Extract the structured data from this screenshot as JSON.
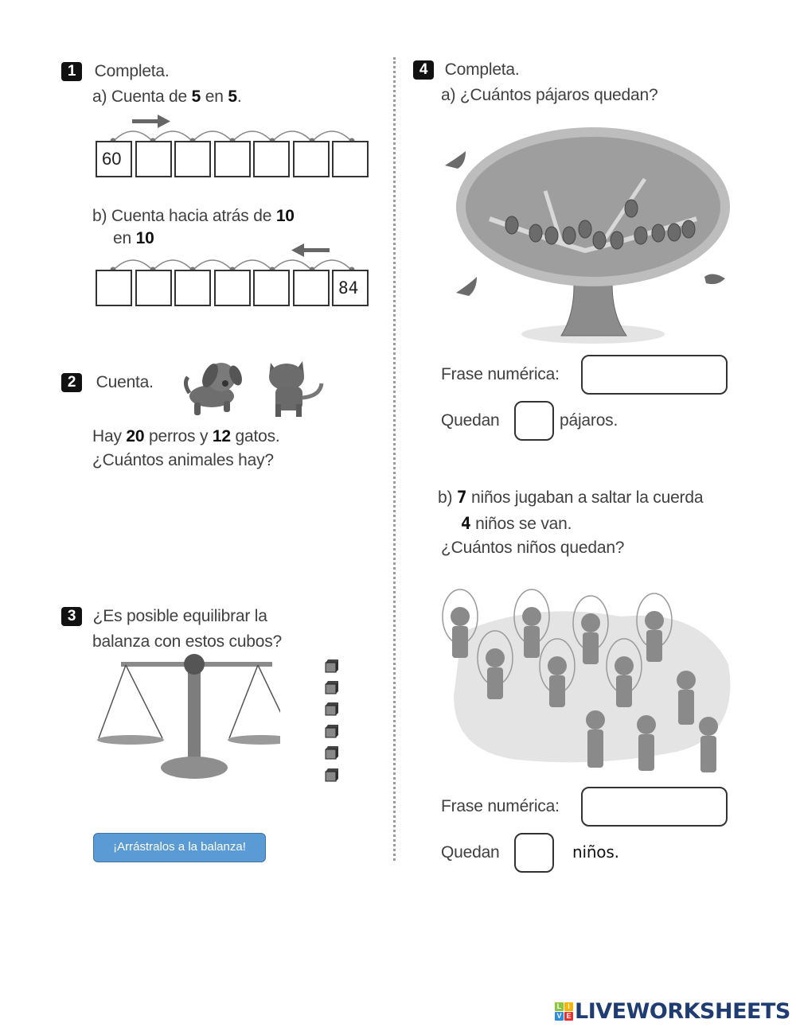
{
  "exercise1": {
    "number": "1",
    "title": "Completa.",
    "part_a": {
      "label_prefix": "a) Cuenta de ",
      "n1": "5",
      "mid": " en ",
      "n2": "5",
      "suffix": ".",
      "start_value": "60",
      "direction": "forward"
    },
    "part_b": {
      "line1_prefix": "b) Cuenta hacia atrás de ",
      "line1_num": "10",
      "line2_prefix": "en ",
      "line2_num": "10",
      "end_value": "84",
      "direction": "backward"
    }
  },
  "exercise2": {
    "number": "2",
    "title": "Cuenta.",
    "icons": [
      "dog-icon",
      "cat-icon"
    ],
    "line1": {
      "prefix": "Hay ",
      "n1": "20",
      "mid": " perros y ",
      "n2": "12",
      "suffix": " gatos."
    },
    "line2": "¿Cuántos animales hay?"
  },
  "exercise3": {
    "number": "3",
    "line1": "¿Es posible equilibrar la",
    "line2": "balanza con estos cubos?",
    "cube_count": 6,
    "drag_button": "¡Arrástralos a la balanza!"
  },
  "exercise4": {
    "number": "4",
    "title": "Completa.",
    "part_a": {
      "question": "a) ¿Cuántos pájaros quedan?",
      "sentence_label": "Frase numérica:",
      "remaining_prefix": "Quedan",
      "remaining_suffix": "pájaros."
    },
    "part_b": {
      "line1_prefix": "b) ",
      "line1_num": "7",
      "line1_rest": " niños jugaban a saltar la cuerda",
      "line2_num": "4",
      "line2_rest": " niños se van.",
      "line3": "¿Cuántos niños quedan?",
      "sentence_label": "Frase numérica:",
      "remaining_prefix": "Quedan",
      "remaining_suffix": "niños."
    }
  },
  "footer": {
    "logo_text": "LIVEWORKSHEETS",
    "logo_letters": [
      "L",
      "I",
      "V",
      "E"
    ],
    "logo_colors": [
      "#8cc63f",
      "#f7b500",
      "#2e8bd8",
      "#e0312f"
    ]
  }
}
